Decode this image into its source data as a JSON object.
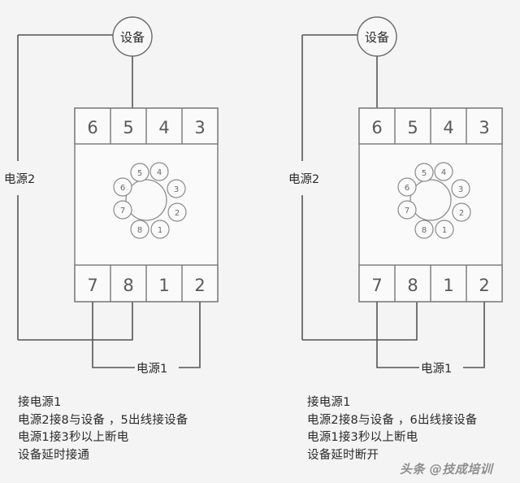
{
  "page": {
    "background_color": "#f4f4f4",
    "line_color": "#555555",
    "text_color": "#2b2b2b"
  },
  "watermark": {
    "text": "头条 @技成培训"
  },
  "diagrams": [
    {
      "id": "left",
      "device_node_label": "设备",
      "device_wire_terminal": "5",
      "power2_label": "电源2",
      "power1_label": "电源1",
      "terminals_top": [
        "6",
        "5",
        "4",
        "3"
      ],
      "terminals_bottom": [
        "7",
        "8",
        "1",
        "2"
      ],
      "pins": [
        "1",
        "2",
        "3",
        "4",
        "5",
        "6",
        "7",
        "8"
      ],
      "caption": [
        "接电源1",
        "电源2接8与设备 ，5出线接设备",
        "电源1接3秒以上断电",
        "设备延时接通"
      ]
    },
    {
      "id": "right",
      "device_node_label": "设备",
      "device_wire_terminal": "6",
      "power2_label": "电源2",
      "power1_label": "电源1",
      "terminals_top": [
        "6",
        "5",
        "4",
        "3"
      ],
      "terminals_bottom": [
        "7",
        "8",
        "1",
        "2"
      ],
      "pins": [
        "1",
        "2",
        "3",
        "4",
        "5",
        "6",
        "7",
        "8"
      ],
      "caption": [
        "接电源1",
        "电源2接8与设备 ，6出线接设备",
        "电源1接3秒以上断电",
        "设备延时断开"
      ]
    }
  ]
}
